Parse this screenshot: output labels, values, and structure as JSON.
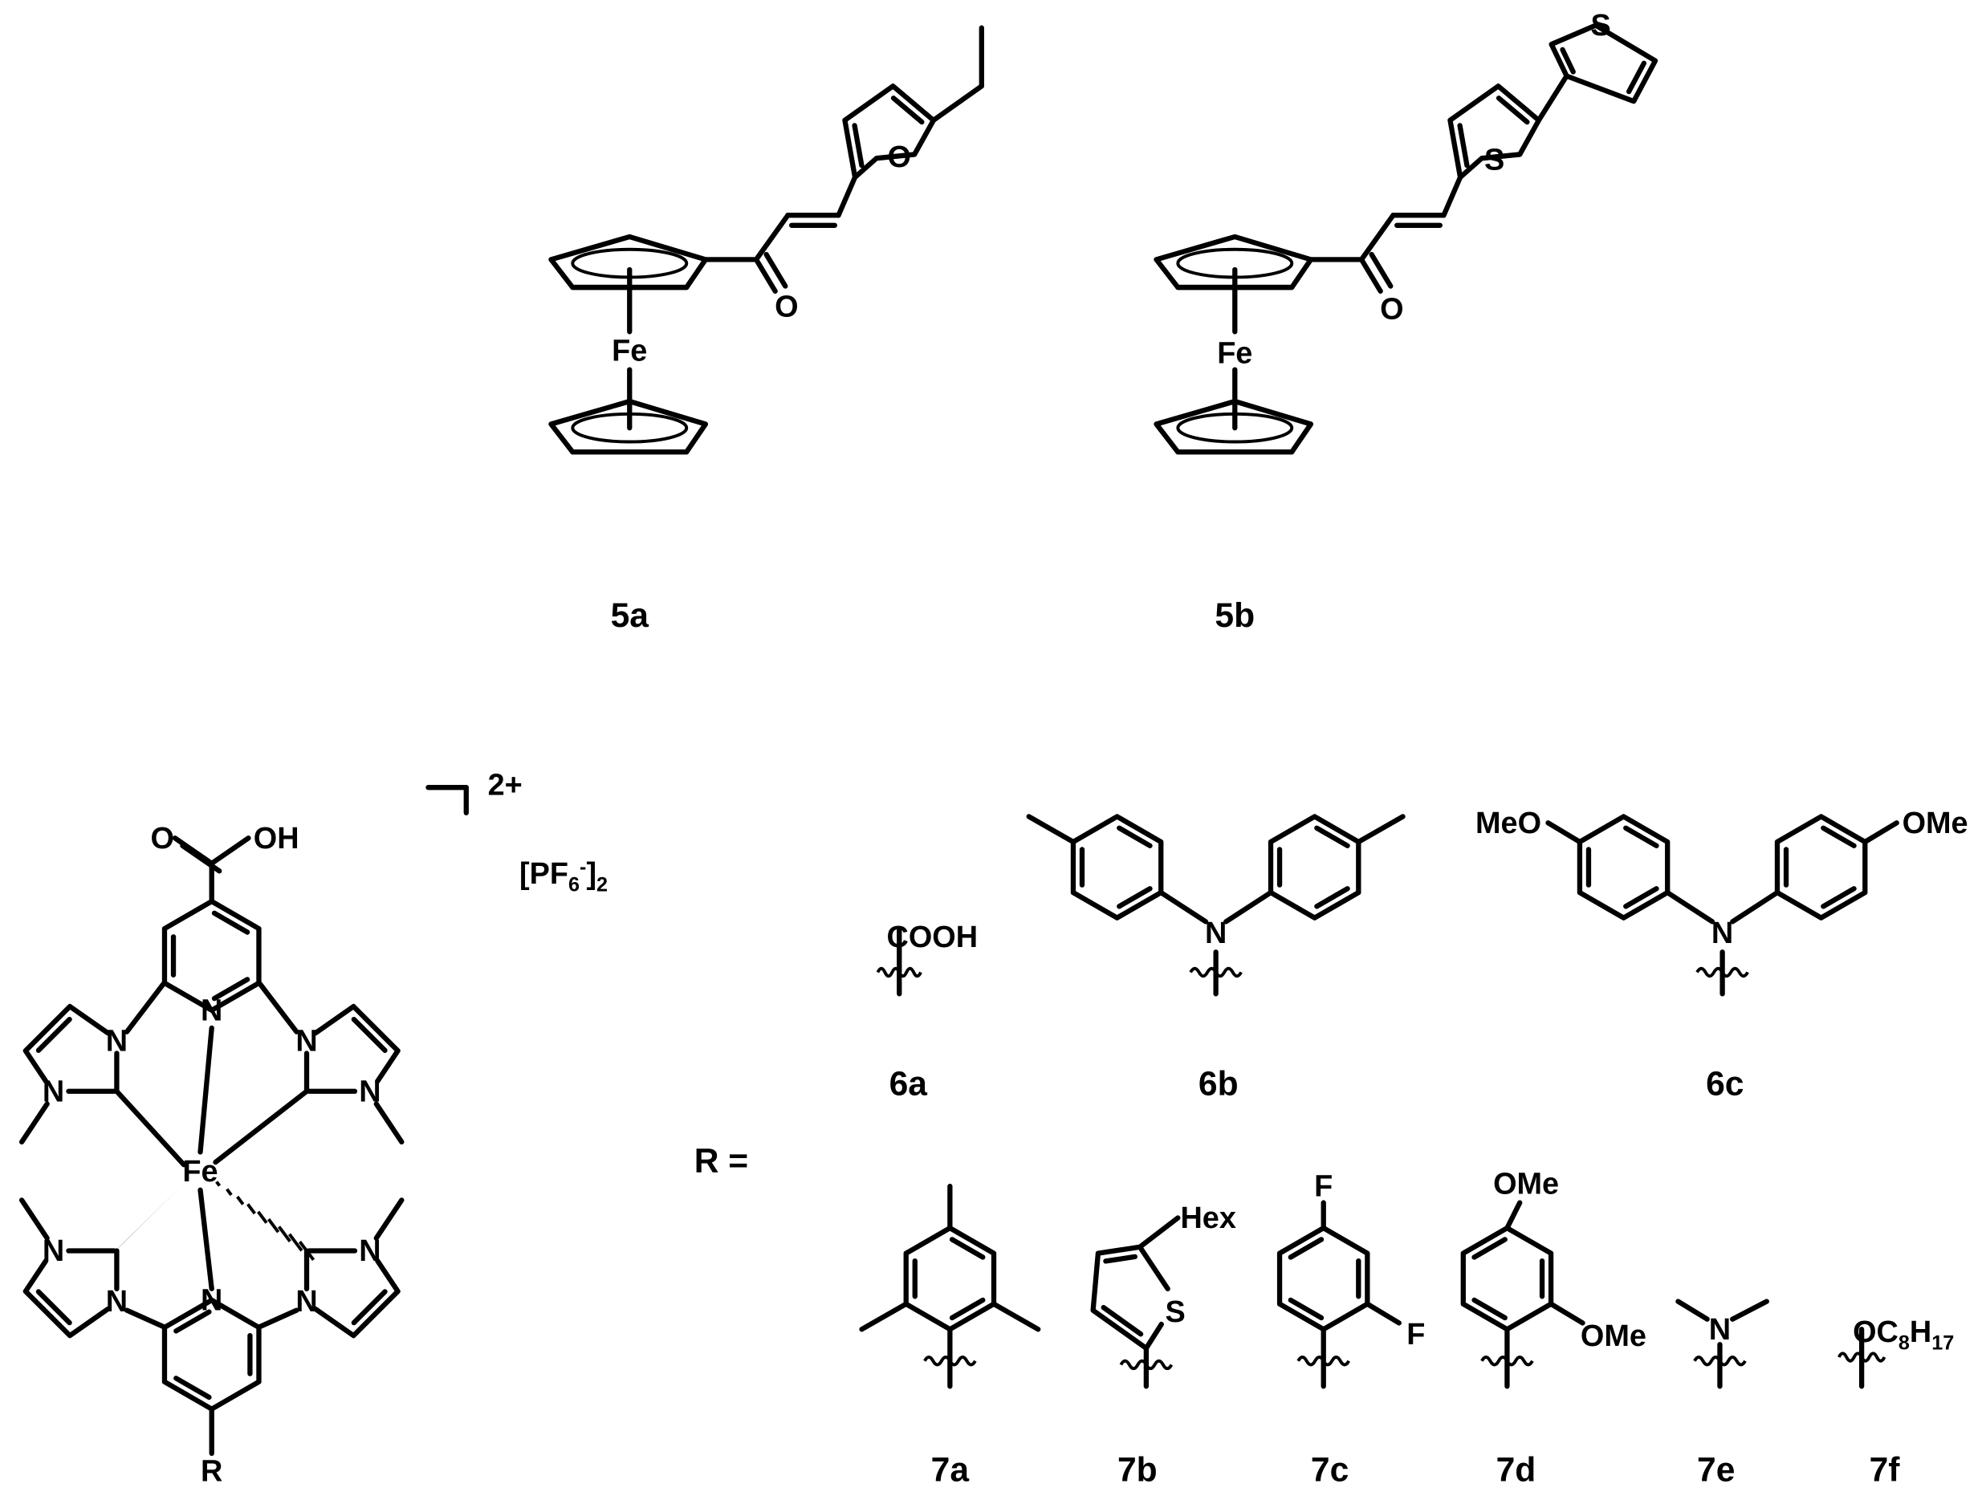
{
  "compounds": {
    "c5a": {
      "label": "5a",
      "atoms": {
        "fe": "Fe",
        "o_carbonyl": "O",
        "o_furan": "O"
      }
    },
    "c5b": {
      "label": "5b",
      "atoms": {
        "fe": "Fe",
        "o_carbonyl": "O",
        "s1": "S",
        "s2": "S"
      }
    },
    "complex": {
      "atoms": {
        "fe": "Fe",
        "o": "O",
        "oh": "OH",
        "n": "N",
        "r": "R"
      },
      "charge": "2+",
      "counterion_prefix": "[PF",
      "counterion_sub": "6",
      "counterion_sup": "-",
      "counterion_close": "]",
      "counterion_count": "2"
    },
    "r_equals": "R =",
    "c6a": {
      "label": "6a",
      "group": "COOH"
    },
    "c6b": {
      "label": "6b",
      "n": "N"
    },
    "c6c": {
      "label": "6c",
      "n": "N",
      "left": "MeO",
      "right": "OMe"
    },
    "c7a": {
      "label": "7a"
    },
    "c7b": {
      "label": "7b",
      "s": "S",
      "sub": "Hex"
    },
    "c7c": {
      "label": "7c",
      "f": "F"
    },
    "c7d": {
      "label": "7d",
      "ome": "OMe"
    },
    "c7e": {
      "label": "7e",
      "n": "N"
    },
    "c7f": {
      "label": "7f",
      "o": "OC",
      "c_sub": "8",
      "h": "H",
      "h_sub": "17"
    }
  }
}
